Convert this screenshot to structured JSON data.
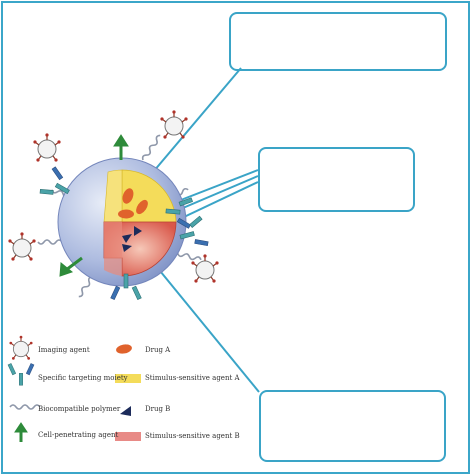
{
  "legend": {
    "imaging_agent": "Imaging agent",
    "targeting_moiety": "Specific targeting moiety",
    "biocompatible_polymer": "Biocompatible polymer",
    "cell_penetrating_agent": "Cell-penetrating agent",
    "drug_a": "Drug A",
    "stimulus_agent_a": "Stimulus-sensitive agent A",
    "drug_b": "Drug B",
    "stimulus_agent_b": "Stimulus-sensitive agent B"
  },
  "callouts": {
    "top": "",
    "middle": "",
    "bottom": ""
  },
  "colors": {
    "frame": "#3ba6c9",
    "callout_border": "#3aa4c7",
    "shell": "#9aaed8",
    "core_yellow": "#f4dc5a",
    "core_red": "#d9534f",
    "drug_a": "#e0622c",
    "drug_b": "#1c2b5a",
    "arrow_green": "#2e8b3a",
    "antibody_teal": "#4aa3a8",
    "antibody_blue": "#3a6fb0"
  }
}
